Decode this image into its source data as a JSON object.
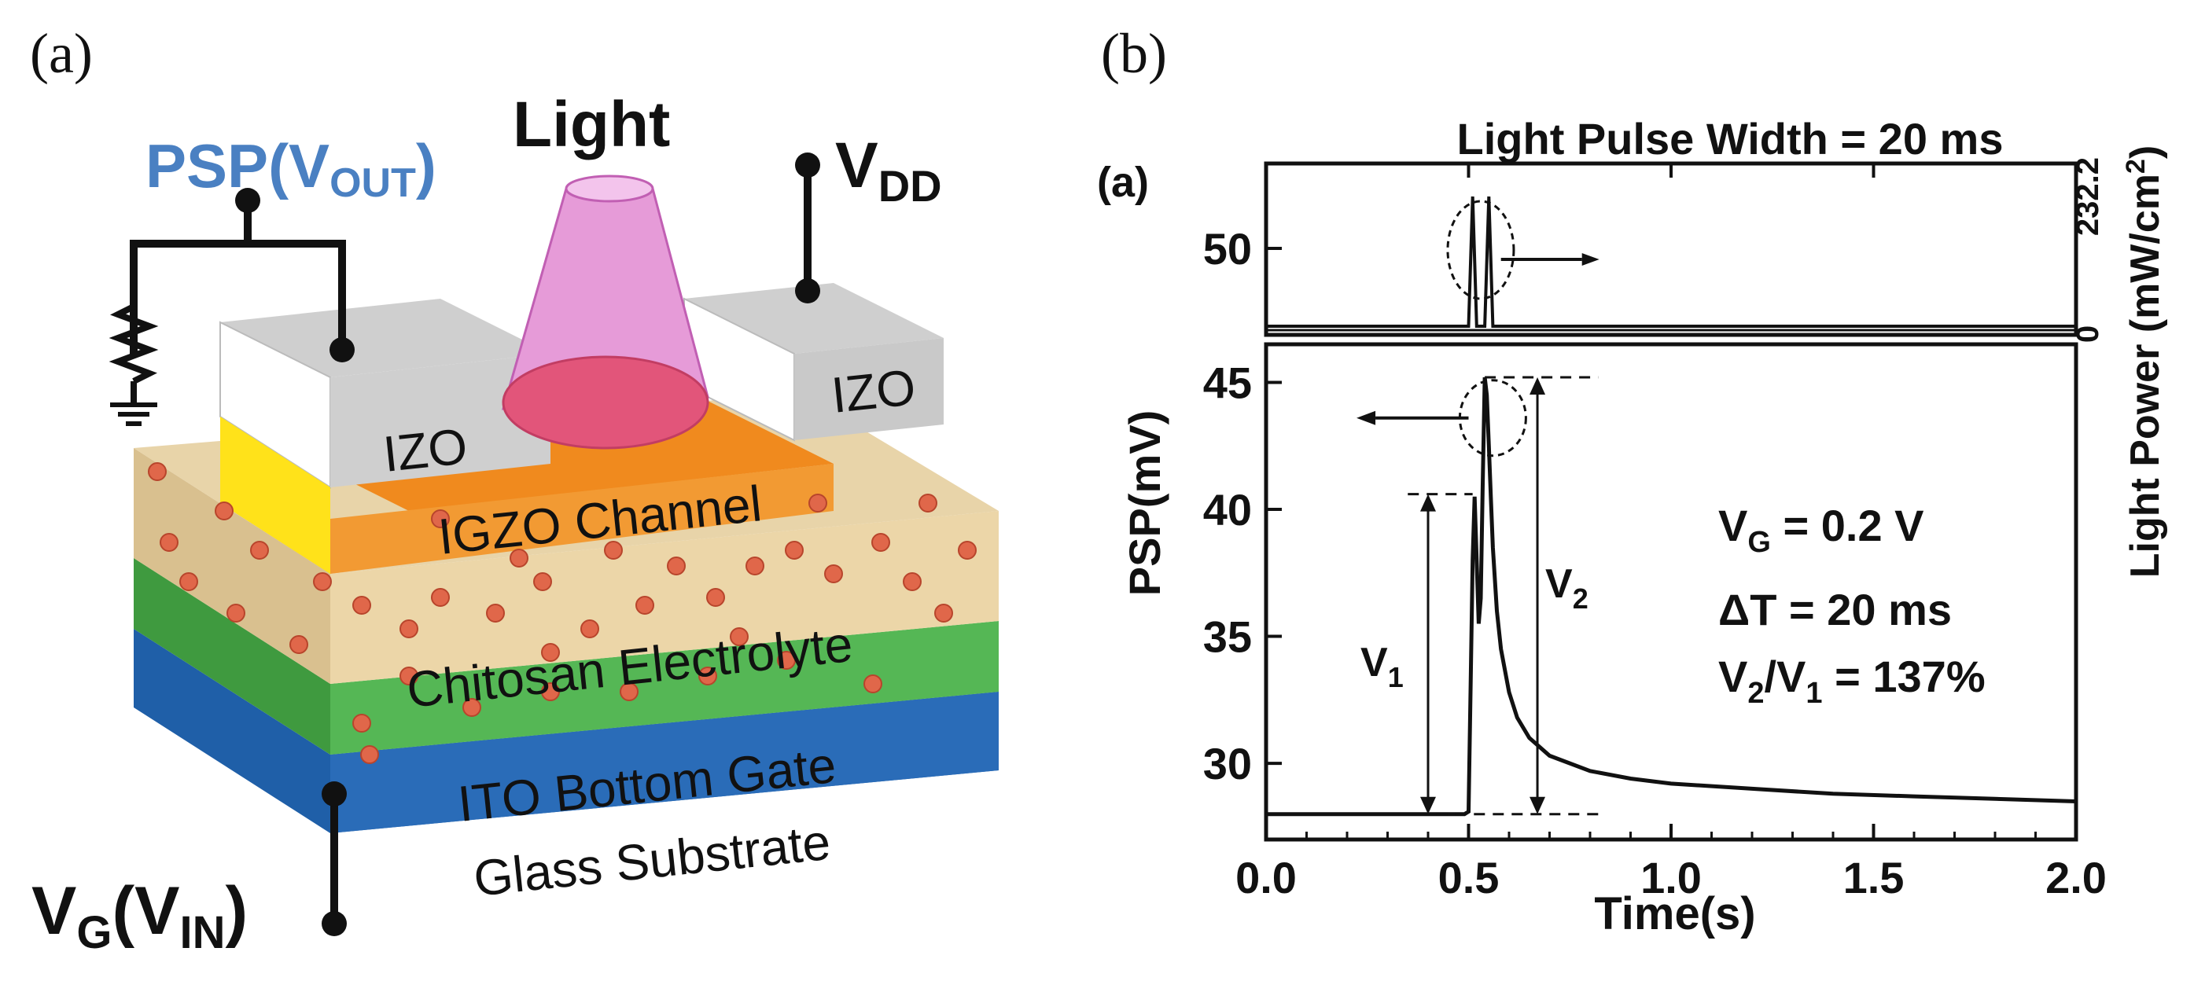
{
  "panel_a": {
    "label": "(a)",
    "psp_terminal": {
      "main": "PSP(V",
      "sub": "OUT",
      "close": ")",
      "color": "#4a80c2"
    },
    "light_label": {
      "text": "Light",
      "color": "#a65ab5"
    },
    "vdd_terminal": {
      "main": "V",
      "sub": "DD"
    },
    "vg_terminal": {
      "main": "V",
      "sub1": "G",
      "mid": "(V",
      "sub2": "IN",
      "close": ")"
    },
    "izo_left": "IZO",
    "izo_right": "IZO",
    "channel_label": "IGZO Channel",
    "electrolyte_label": "Chitosan Electrolyte",
    "gate_label": "ITO Bottom Gate",
    "substrate_label": "Glass Substrate",
    "colors": {
      "substrate": "#1f5fa8",
      "gate": "#4cae4c",
      "electrolyte": "#e8cfa0",
      "channel": "#f08a1e",
      "izo_top": "#cfcfcf",
      "light_cone": "#e58fd6",
      "ions": "#e0674a"
    }
  },
  "panel_b": {
    "label": "(b)",
    "inner_label": "(a)",
    "title": "Light Pulse Width = 20 ms",
    "annotations": {
      "vg": {
        "main": "V",
        "sub": "G",
        "rest": " = 0.2 V"
      },
      "dt": "ΔT = 20 ms",
      "ratio": {
        "a": "V",
        "asub": "2",
        "b": "/V",
        "bsub": "1",
        "rest": " = 137%"
      },
      "v1": {
        "main": "V",
        "sub": "1"
      },
      "v2": {
        "main": "V",
        "sub": "2"
      }
    }
  },
  "chart_data": {
    "type": "line",
    "title": "Light Pulse Width = 20 ms",
    "xlabel": "Time(s)",
    "ylabel": "PSP(mV)",
    "ylabel_right": {
      "main": "Light Power (mW/cm",
      "sup": "2",
      "close": ")"
    },
    "xlim": [
      0.0,
      2.0
    ],
    "xticks": [
      "0.0",
      "0.5",
      "1.0",
      "1.5",
      "2.0"
    ],
    "ylim": [
      27,
      46.5
    ],
    "yticks": [
      "30",
      "35",
      "40",
      "45"
    ],
    "ytick_top_panel": "50",
    "right_ticks": [
      "0",
      "232.2"
    ],
    "series": [
      {
        "x": [
          0.0,
          0.48,
          0.49,
          0.5,
          0.505,
          0.51,
          0.515,
          0.52,
          0.525,
          0.53,
          0.535,
          0.54,
          0.545,
          0.55,
          0.555,
          0.56,
          0.57,
          0.58,
          0.6,
          0.62,
          0.65,
          0.7,
          0.75,
          0.8,
          0.9,
          1.0,
          1.2,
          1.4,
          1.6,
          1.8,
          2.0
        ],
        "values": [
          28.0,
          28.0,
          28.0,
          28.1,
          33.0,
          38.0,
          40.5,
          38.0,
          35.5,
          36.5,
          41.0,
          45.2,
          44.5,
          42.5,
          40.5,
          38.5,
          36.0,
          34.5,
          32.8,
          31.8,
          31.0,
          30.3,
          30.0,
          29.7,
          29.4,
          29.2,
          29.0,
          28.8,
          28.7,
          28.6,
          28.5
        ]
      }
    ],
    "light_pulses": [
      {
        "x": [
          0.0,
          0.5,
          0.51,
          0.52,
          0.53,
          0.54,
          0.55,
          0.56,
          2.0
        ],
        "values": [
          0,
          0,
          232.2,
          0,
          0,
          0,
          232.2,
          0,
          0
        ]
      }
    ],
    "v1_level": 40.6,
    "v2_level": 45.2,
    "baseline": 28.0
  }
}
